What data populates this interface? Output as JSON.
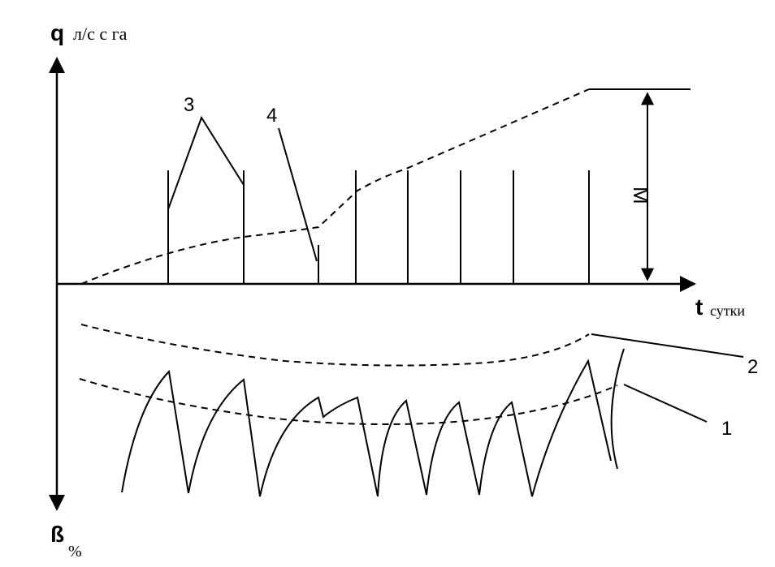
{
  "axes": {
    "y_up_symbol": "q",
    "y_up_unit": "л/с с га",
    "x_symbol": "t",
    "x_unit": "сутки",
    "y_down_symbol": "ß",
    "y_down_unit": "%"
  },
  "annotations": {
    "m_label": "M",
    "callout_1": "1",
    "callout_2": "2",
    "callout_3": "3",
    "callout_4": "4"
  },
  "colors": {
    "ink": "#000000",
    "background": "#ffffff"
  }
}
